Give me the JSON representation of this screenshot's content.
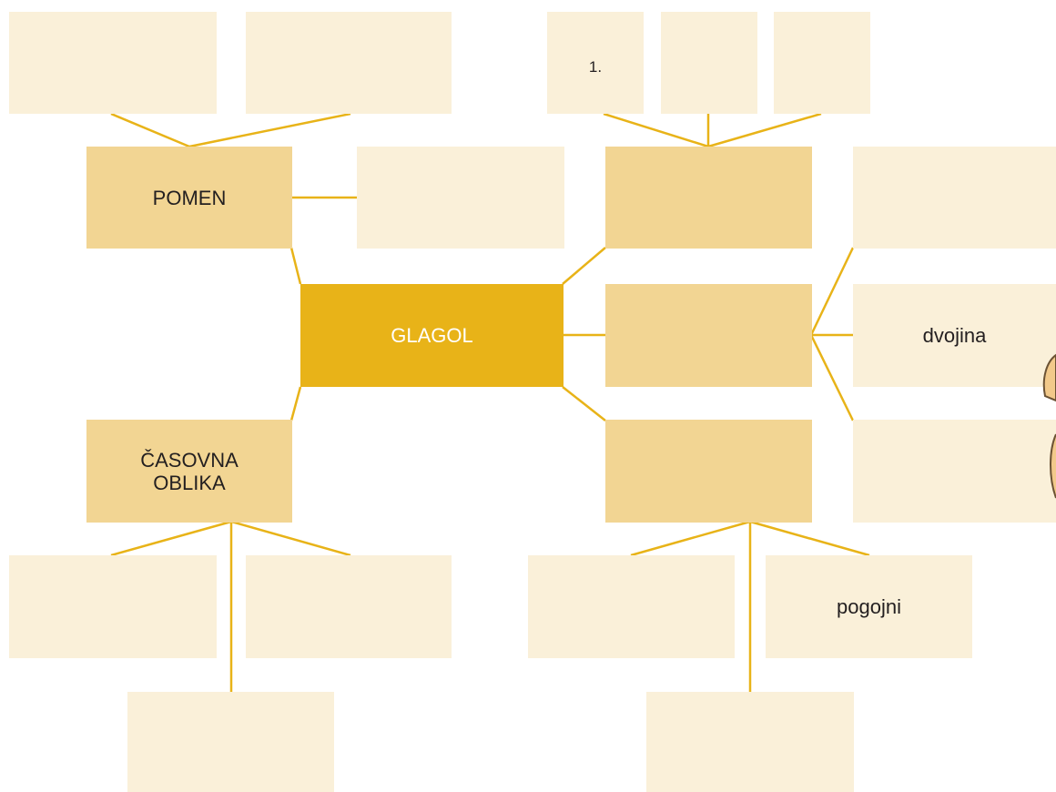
{
  "center": {
    "label": "GLAGOL"
  },
  "main_nodes": {
    "pomen": "POMEN",
    "casovna_oblika": "ČASOVNA\nOBLIKA",
    "right_top": "",
    "right_mid": "",
    "right_bottom": ""
  },
  "leaf_nodes": {
    "pomen_top_left": "",
    "pomen_top_right": "",
    "pomen_right": "",
    "top_small_1": "1.",
    "top_small_2": "",
    "top_small_3": "",
    "right_1": "",
    "right_2": "dvojina",
    "right_3": "",
    "casovna_left": "",
    "casovna_right": "",
    "casovna_bottom": "",
    "bottom_left": "",
    "bottom_right": "pogojni",
    "bottom_bottom": ""
  },
  "colors": {
    "line": "#e8b318",
    "center_fill": "#e8b318",
    "main_fill": "#f2d593",
    "leaf_fill": "#faf0d9"
  }
}
